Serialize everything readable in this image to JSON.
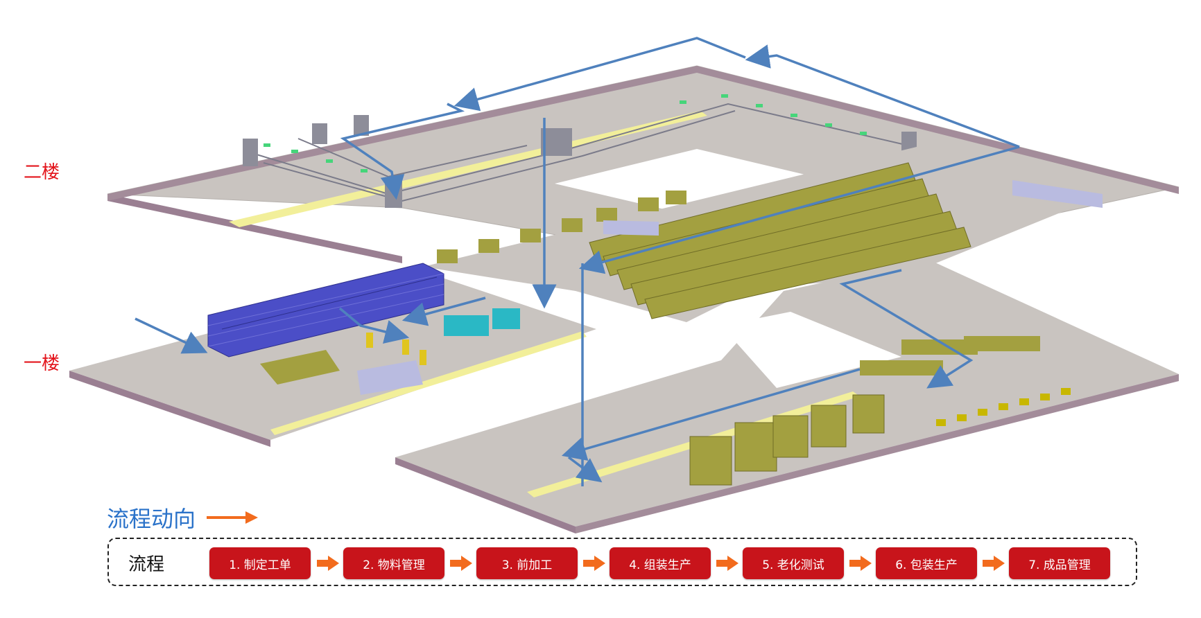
{
  "floors": {
    "second": "二楼",
    "first": "一楼"
  },
  "legend": {
    "text": "流程动向",
    "arrow_color": "#f26b1d",
    "flow_color": "#4f81bd"
  },
  "process": {
    "title": "流程",
    "steps": [
      {
        "label": "1. 制定工单"
      },
      {
        "label": "2. 物料管理"
      },
      {
        "label": "3. 前加工"
      },
      {
        "label": "4. 组装生产"
      },
      {
        "label": "5. 老化测试"
      },
      {
        "label": "6. 包装生产"
      },
      {
        "label": "7. 成品管理"
      }
    ],
    "step_color": "#c8141b",
    "arrow_color": "#f26b1d"
  },
  "colors": {
    "floor": "#c9c4c0",
    "wall": "#9a7f92",
    "yellow_path": "#f2ef9a",
    "rack": "#a3a040",
    "blue_rack": "#4b4ec7"
  }
}
